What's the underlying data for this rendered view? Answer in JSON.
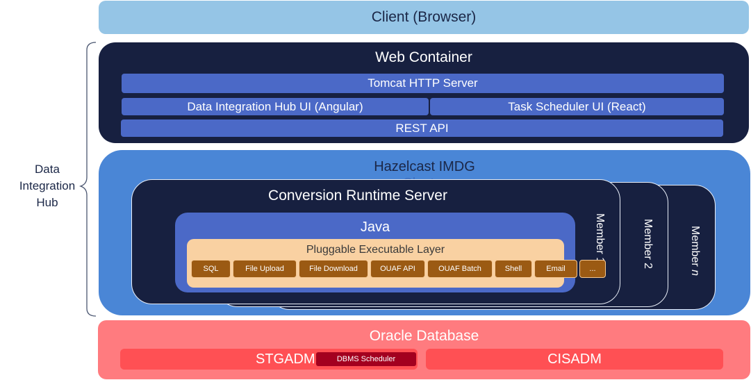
{
  "client": {
    "label": "Client (Browser)"
  },
  "hub": {
    "label_lines": [
      "Data",
      "Integration",
      "Hub"
    ]
  },
  "web_container": {
    "title": "Web Container",
    "tomcat": "Tomcat HTTP Server",
    "dih_ui": "Data Integration Hub UI (Angular)",
    "task_ui": "Task Scheduler UI (React)",
    "rest": "REST API"
  },
  "hazelcast": {
    "title": "Hazelcast IMDG",
    "title_overflow": "Cluster",
    "members": [
      "Member 1",
      "Member 2",
      "Member n"
    ],
    "server": {
      "title": "Conversion Runtime Server",
      "java": {
        "title": "Java",
        "layer": {
          "title": "Pluggable Executable Layer",
          "plugins": [
            "SQL",
            "File Upload",
            "File Download",
            "OUAF API",
            "OUAF Batch",
            "Shell",
            "Email",
            "..."
          ]
        }
      }
    }
  },
  "oracle": {
    "title": "Oracle Database",
    "stgadm": "STGADM",
    "dbms_scheduler": "DBMS Scheduler",
    "cisadm": "CISADM"
  },
  "colors": {
    "client": "#95c5e6",
    "navy": "#172040",
    "bar_blue": "#4b69c7",
    "hazelcast_blue": "#4a86d6",
    "pluggable_peach": "#f9d1a2",
    "plugin_brown": "#9b5a13",
    "oracle_pink": "#ff7b7f",
    "schema_red": "#ff5054",
    "dbms_dark_red": "#a3001f"
  }
}
